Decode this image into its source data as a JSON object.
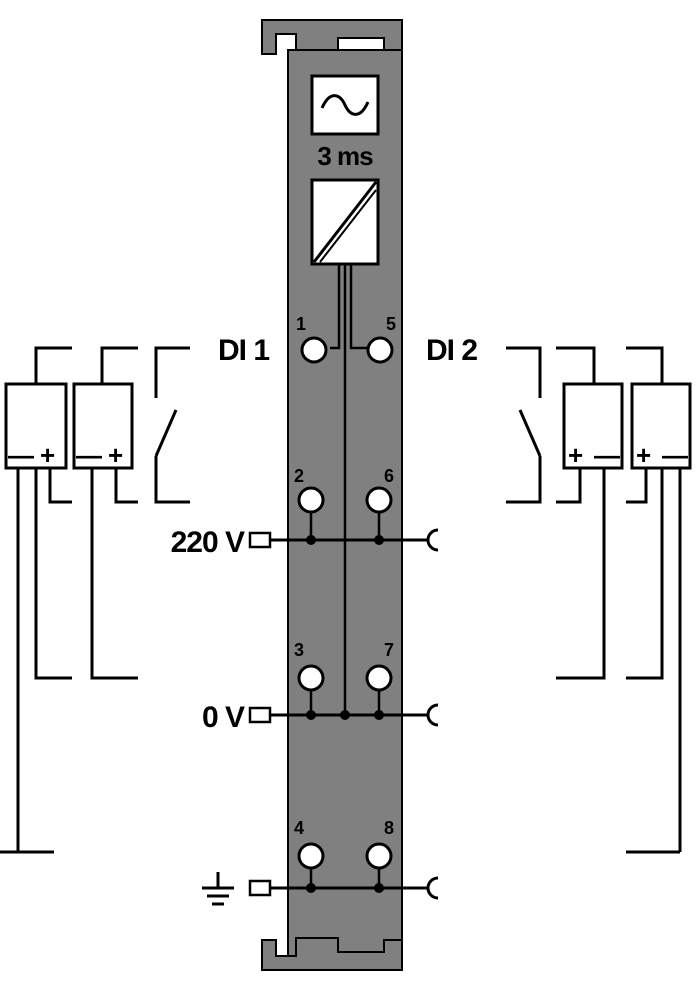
{
  "module": {
    "filter_time": "3 ms",
    "signal_icon": "tilde-icon",
    "converter_icon": "dc-converter-icon"
  },
  "channels": [
    {
      "label": "DI 1"
    },
    {
      "label": "DI 2"
    }
  ],
  "terminals": [
    "1",
    "2",
    "3",
    "4",
    "5",
    "6",
    "7",
    "8"
  ],
  "potentials": {
    "supply": "220 V",
    "zero": "0 V",
    "earth_icon": "ground-icon"
  },
  "devices": {
    "left_polarity": [
      "—",
      "+"
    ],
    "right_polarity": [
      "+",
      "—"
    ]
  },
  "colors": {
    "module_body": "#808080",
    "wire": "#000000",
    "background": "#ffffff"
  }
}
